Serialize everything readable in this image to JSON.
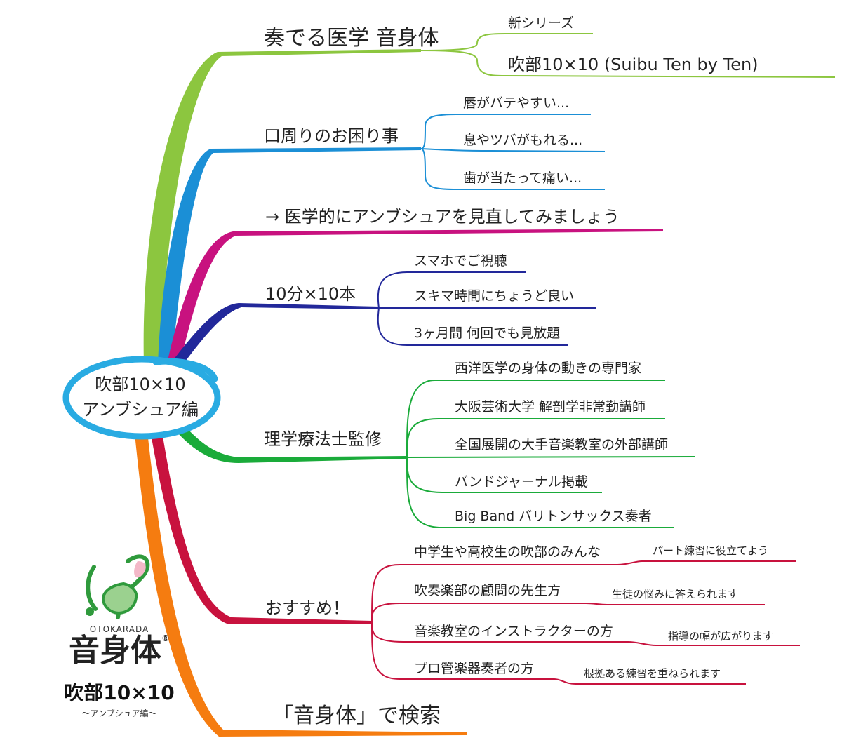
{
  "center": {
    "line1": "吹部10×10",
    "line2": "アンブシュア編"
  },
  "branches": [
    {
      "id": "b1",
      "label": "奏でる医学 音身体",
      "color": "#8cc63f",
      "children": [
        "新シリーズ",
        "吹部10×10 (Suibu Ten by Ten)"
      ]
    },
    {
      "id": "b2",
      "label": "口周りのお困り事",
      "color": "#1b8fd6",
      "children": [
        "唇がバテやすい...",
        "息やツバがもれる...",
        "歯が当たって痛い..."
      ]
    },
    {
      "id": "b3",
      "label": "→ 医学的にアンブシュアを見直してみましょう",
      "color": "#c8127f",
      "children": []
    },
    {
      "id": "b4",
      "label": "10分×10本",
      "color": "#22289a",
      "children": [
        "スマホでご視聴",
        "スキマ時間にちょうど良い",
        "3ヶ月間 何回でも見放題"
      ]
    },
    {
      "id": "b5",
      "label": "理学療法士監修",
      "color": "#1aab3a",
      "children": [
        "西洋医学の身体の動きの専門家",
        "大阪芸術大学 解剖学非常勤講師",
        "全国展開の大手音楽教室の外部講師",
        "バンドジャーナル掲載",
        "Big Band バリトンサックス奏者"
      ]
    },
    {
      "id": "b6",
      "label": "おすすめ！",
      "color": "#c8123e",
      "children": [
        "中学生や高校生の吹部のみんな",
        "吹奏楽部の顧問の先生方",
        "音楽教室のインストラクターの方",
        "プロ管楽器奏者の方"
      ],
      "grandchildren": [
        "パート練習に役立てよう",
        "生徒の悩みに答えられます",
        "指導の幅が広がります",
        "根拠ある練習を重ねられます"
      ]
    },
    {
      "id": "b7",
      "label": "「音身体」で検索",
      "color": "#f57c10",
      "children": []
    }
  ],
  "logo": {
    "brand_en": "OTOKARADA",
    "brand_jp": "音身体",
    "reg": "®",
    "title": "吹部10×10",
    "subtitle": "～アンブシュア編～",
    "icon": "treble-clef-logo-icon",
    "colors": {
      "green": "#2f9a3c",
      "light": "#9bd18f",
      "pink": "#f3b8c8"
    }
  }
}
